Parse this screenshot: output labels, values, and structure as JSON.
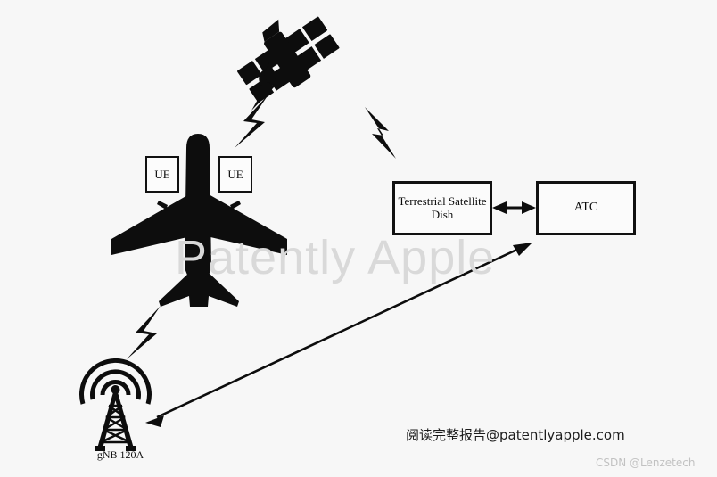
{
  "diagram": {
    "title": "Aircraft non-terrestrial network connectivity diagram",
    "background_color": "#f7f7f7",
    "ink_color": "#0d0d0d"
  },
  "nodes": {
    "satellite": {
      "icon": "satellite-icon",
      "label": ""
    },
    "aircraft": {
      "icon": "airplane-icon",
      "label": ""
    },
    "ue_left": {
      "label": "UE"
    },
    "ue_right": {
      "label": "UE"
    },
    "dish_box": {
      "label": "Terrestrial Satellite Dish"
    },
    "atc_box": {
      "label": "ATC"
    },
    "ground_station": {
      "icon": "cell-tower-icon",
      "label": "gNB 120A"
    }
  },
  "links": {
    "sat_to_aircraft": {
      "icon": "lightning-bolt-icon",
      "label": ""
    },
    "sat_to_dish": {
      "icon": "lightning-bolt-icon",
      "label": ""
    },
    "aircraft_to_gnb": {
      "icon": "lightning-bolt-icon",
      "label": ""
    },
    "dish_to_atc": {
      "icon": "double-arrow-icon",
      "label": ""
    },
    "gnb_to_atc": {
      "icon": "double-arrow-icon",
      "label": ""
    }
  },
  "watermarks": {
    "main": "Patently Apple",
    "promo": "阅读完整报告@patentlyapple.com",
    "csdn": "CSDN @Lenzetech"
  }
}
